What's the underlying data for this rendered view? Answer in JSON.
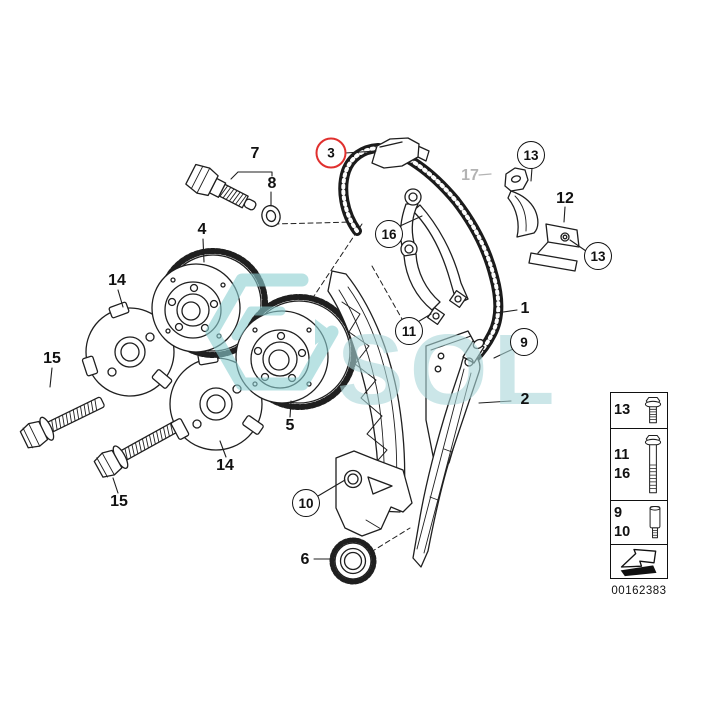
{
  "watermark": {
    "text": "SOL"
  },
  "drawing_number": "00162383",
  "colors": {
    "line": "#1f1f1f",
    "highlight_red": "#e0302e",
    "muted_gray": "#b3b3b3",
    "watermark_teal": "#a9d7d9"
  },
  "callouts": {
    "c3": "3",
    "c13_top": "13",
    "c16": "16",
    "c13_right": "13",
    "c11": "11",
    "c9": "9",
    "c10": "10"
  },
  "labels": {
    "l1": "1",
    "l2": "2",
    "l4": "4",
    "l5": "5",
    "l6": "6",
    "l7": "7",
    "l8": "8",
    "l12": "12",
    "l14_top": "14",
    "l14_bottom": "14",
    "l15_top": "15",
    "l15_bottom": "15",
    "l17": "17"
  },
  "legend": {
    "row1": [
      "13"
    ],
    "row2": [
      "11",
      "16"
    ],
    "row3": [
      "9",
      "10"
    ],
    "icons": [
      "flange-bolt-short-icon",
      "flange-bolt-long-icon",
      "stud-pin-icon",
      "direction-arrow-icon"
    ]
  }
}
